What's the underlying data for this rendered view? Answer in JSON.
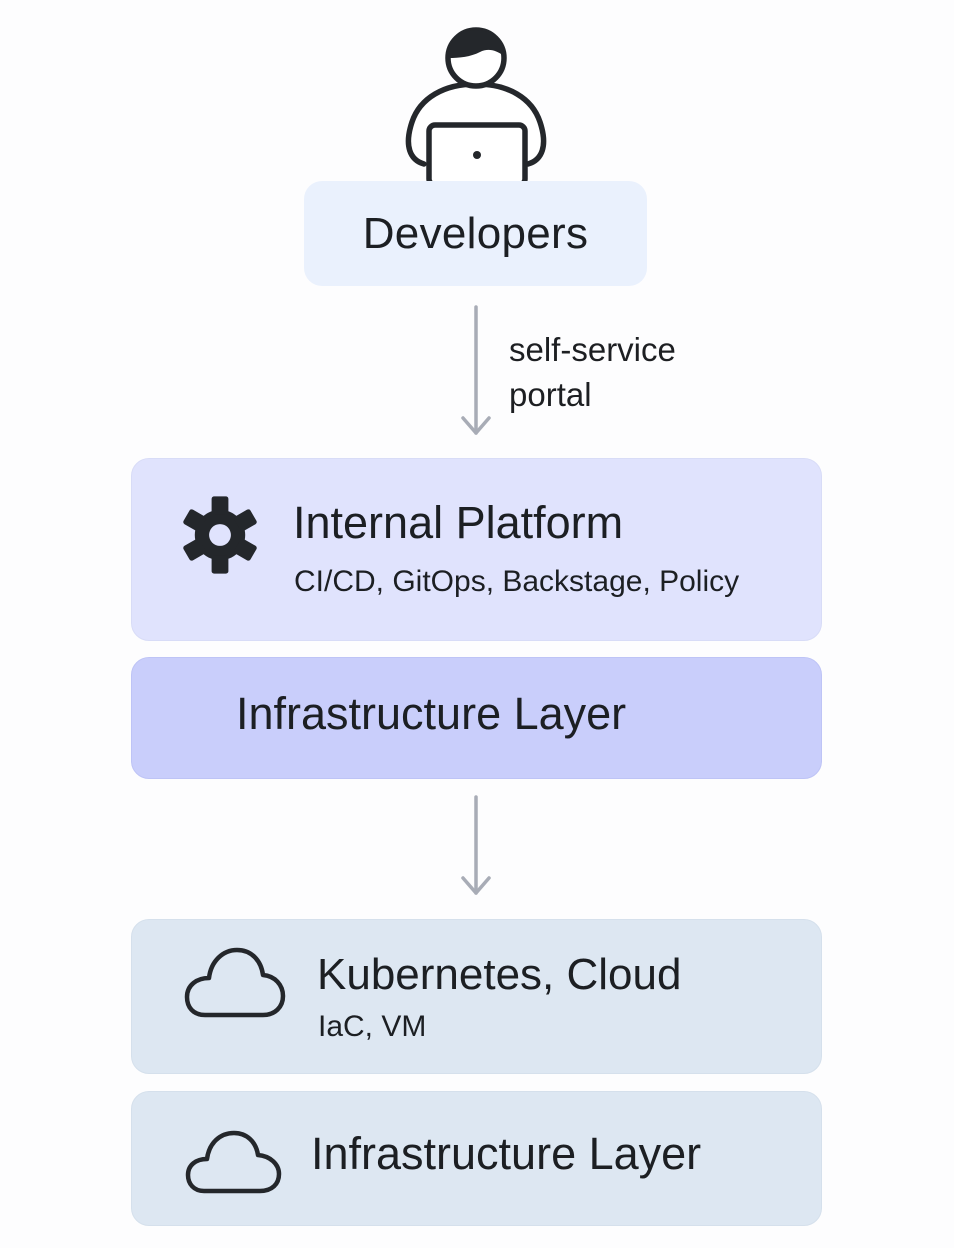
{
  "diagram": {
    "actor": {
      "label": "Developers",
      "icon": "developer-laptop-icon"
    },
    "connectors": [
      {
        "from": "Developers",
        "to": "Internal Platform",
        "label_lines": [
          "self-service",
          "portal"
        ]
      },
      {
        "from": "Infrastructure Layer",
        "to": "Kubernetes, Cloud",
        "label_lines": []
      }
    ],
    "layers": [
      {
        "title": "Internal Platform",
        "subtitle": "CI/CD, GitOps, Backstage, Policy",
        "icon": "gear-icon",
        "color": "#e0e3fd"
      },
      {
        "title": "Infrastructure Layer",
        "subtitle": "",
        "icon": "",
        "color": "#c9cefb"
      },
      {
        "title": "Kubernetes, Cloud",
        "subtitle": "IaC, VM",
        "icon": "cloud-icon",
        "color": "#dde7f2"
      },
      {
        "title": "Infrastructure Layer",
        "subtitle": "",
        "icon": "cloud-icon",
        "color": "#dde7f2"
      }
    ],
    "colors": {
      "actor_box": "#eaf1fd",
      "arrow": "#a8acb6",
      "text": "#1c1f23",
      "icon": "#24272b"
    }
  }
}
